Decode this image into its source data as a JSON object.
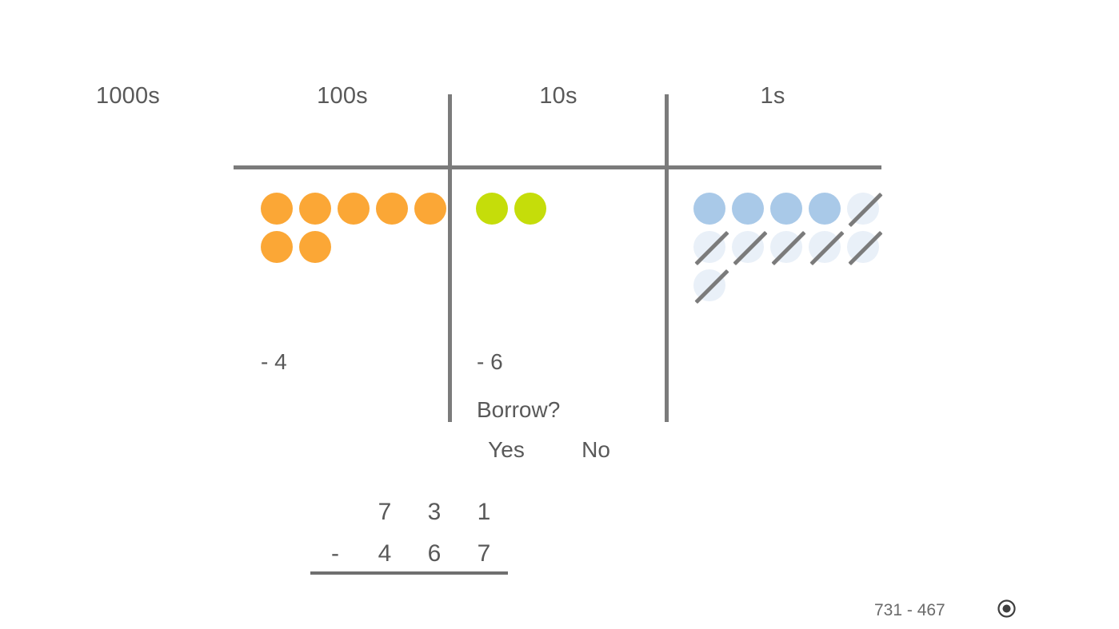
{
  "activity": {
    "problem_label": "731 - 467",
    "minuend": 731,
    "subtrahend": 467
  },
  "colors": {
    "hundreds_counter": "#fba736",
    "tens_counter": "#c5dd0a",
    "ones_counter": "#a9c9e8",
    "ones_counter_faded": "#e9f0f8",
    "rule": "#7b7b7b",
    "text": "#595959",
    "background": "#ffffff"
  },
  "place_value_chart": {
    "headers": [
      {
        "label": "1000s",
        "value": 1000
      },
      {
        "label": "100s",
        "value": 100
      },
      {
        "label": "10s",
        "value": 10
      },
      {
        "label": "1s",
        "value": 1
      }
    ],
    "columns": [
      {
        "name": "thousands",
        "header": "1000s",
        "counter_color": "none",
        "counters_total": 0,
        "counters_crossed": 0,
        "subtract_label": ""
      },
      {
        "name": "hundreds",
        "header": "100s",
        "counter_color": "orange",
        "counters_total": 7,
        "counters_crossed": 0,
        "counter_rows": [
          5,
          2
        ],
        "subtract_label": "- 4"
      },
      {
        "name": "tens",
        "header": "10s",
        "counter_color": "green",
        "counters_total": 2,
        "counters_crossed": 0,
        "counter_rows": [
          2
        ],
        "subtract_label": "- 6"
      },
      {
        "name": "ones",
        "header": "1s",
        "counter_color": "blue",
        "counters_total": 11,
        "counters_crossed": 7,
        "counter_rows": [
          5,
          5,
          1
        ],
        "subtract_label": ""
      }
    ]
  },
  "prompt": {
    "question": "Borrow?",
    "options": [
      {
        "label": "Yes",
        "value": "yes"
      },
      {
        "label": "No",
        "value": "no"
      }
    ]
  },
  "algorithm": {
    "rows": [
      {
        "sign": "",
        "digits": [
          "7",
          "3",
          "1"
        ]
      },
      {
        "sign": "-",
        "digits": [
          "4",
          "6",
          "7"
        ]
      }
    ],
    "answer_digits": [
      "",
      "",
      ""
    ]
  },
  "footer": {
    "problem_text": "731 - 467",
    "icon": "target-radio-icon"
  }
}
